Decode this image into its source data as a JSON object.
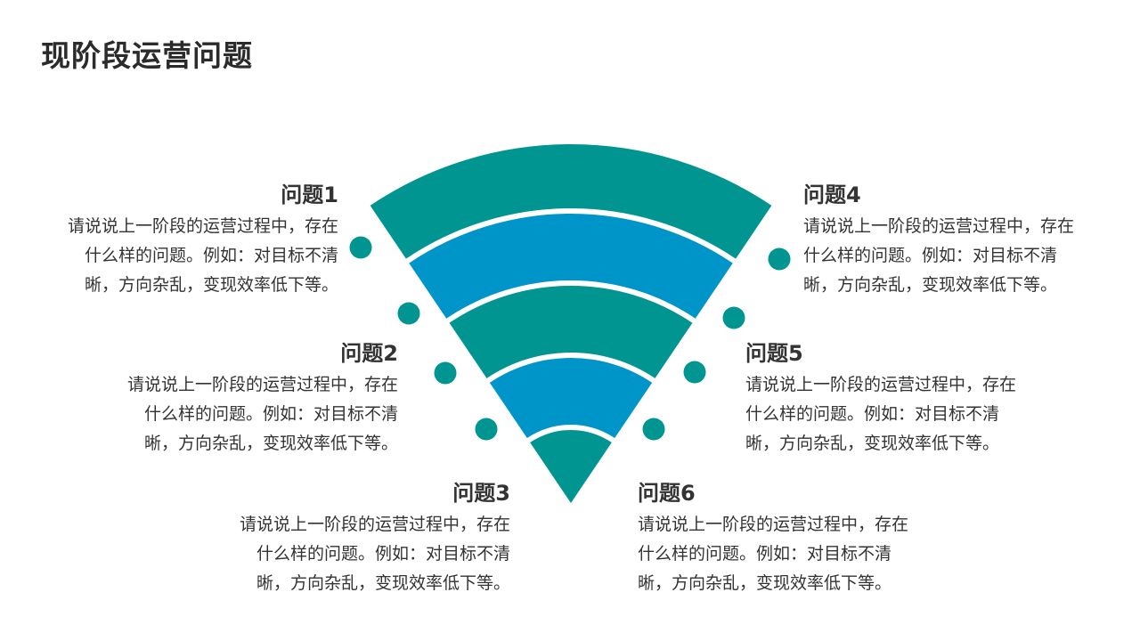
{
  "page": {
    "title": "现阶段运营问题"
  },
  "colors": {
    "teal": "#009590",
    "blue": "#0095c8",
    "text": "#333333",
    "background": "#ffffff"
  },
  "diagram": {
    "type": "fan-rings",
    "rings": [
      {
        "index": 1,
        "color": "teal"
      },
      {
        "index": 2,
        "color": "blue"
      },
      {
        "index": 3,
        "color": "teal"
      },
      {
        "index": 4,
        "color": "blue"
      },
      {
        "index": 5,
        "color": "teal"
      }
    ]
  },
  "items": [
    {
      "title": "问题1",
      "lines": [
        "请说说上一阶段的运营过程中，存在",
        "什么样的问题。例如：对目标不清",
        "晰，方向杂乱，变现效率低下等。"
      ]
    },
    {
      "title": "问题2",
      "lines": [
        "请说说上一阶段的运营过程中，存在",
        "什么样的问题。例如：对目标不清",
        "晰，方向杂乱，变现效率低下等。"
      ]
    },
    {
      "title": "问题3",
      "lines": [
        "请说说上一阶段的运营过程中，存在",
        "什么样的问题。例如：对目标不清",
        "晰，方向杂乱，变现效率低下等。"
      ]
    },
    {
      "title": "问题4",
      "lines": [
        "请说说上一阶段的运营过程中，存在",
        "什么样的问题。例如：对目标不清",
        "晰，方向杂乱，变现效率低下等。"
      ]
    },
    {
      "title": "问题5",
      "lines": [
        "请说说上一阶段的运营过程中，存在",
        "什么样的问题。例如：对目标不清",
        "晰，方向杂乱，变现效率低下等。"
      ]
    },
    {
      "title": "问题6",
      "lines": [
        "请说说上一阶段的运营过程中，存在",
        "什么样的问题。例如：对目标不清",
        "晰，方向杂乱，变现效率低下等。"
      ]
    }
  ]
}
